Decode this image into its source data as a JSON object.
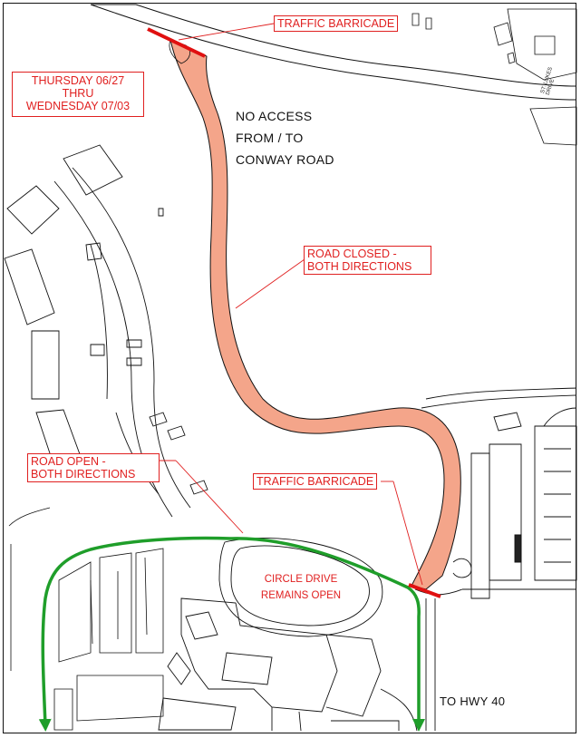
{
  "date_range": {
    "line1": "THURSDAY 06/27",
    "line2": "THRU",
    "line3": "WEDNESDAY 07/03"
  },
  "labels": {
    "barricade_top": "TRAFFIC BARRICADE",
    "barricade_bottom": "TRAFFIC BARRICADE",
    "no_access_line1": "NO ACCESS",
    "no_access_line2": "FROM / TO",
    "no_access_line3": "CONWAY ROAD",
    "road_closed_line1": "ROAD CLOSED -",
    "road_closed_line2": "BOTH DIRECTIONS",
    "road_open_line1": "ROAD OPEN -",
    "road_open_line2": "BOTH DIRECTIONS",
    "circle_drive_line1": "CIRCLE DRIVE",
    "circle_drive_line2": "REMAINS OPEN",
    "to_hwy": "TO HWY 40",
    "street_name": "ST. LUKES DRIVE"
  },
  "colors": {
    "closed_road_fill": "#f4a58a",
    "barricade": "#e01010",
    "open_route": "#1f9e2a",
    "annotation": "#e02020",
    "linework": "#111111"
  }
}
